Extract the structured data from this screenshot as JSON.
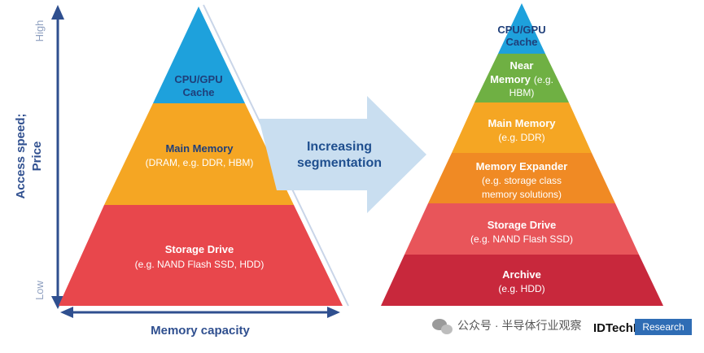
{
  "axes": {
    "y_title_line1": "Access speed;",
    "y_title_line2": "Price",
    "y_high": "High",
    "y_low": "Low",
    "x_title": "Memory capacity"
  },
  "left_pyramid": {
    "tiers": [
      {
        "title": "CPU/GPU",
        "title2": "Cache",
        "sub": "",
        "color": "#1ea1dc"
      },
      {
        "title": "Main Memory",
        "title2": "",
        "sub": "(DRAM, e.g. DDR, HBM)",
        "color": "#f5a623"
      },
      {
        "title": "Storage Drive",
        "title2": "",
        "sub": "(e.g. NAND Flash SSD, HDD)",
        "color": "#e8474c"
      }
    ]
  },
  "arrow": {
    "line1": "Increasing",
    "line2": "segmentation"
  },
  "right_pyramid": {
    "tiers": [
      {
        "title": "CPU/GPU",
        "title2": "Cache",
        "sub": "",
        "sub2": "",
        "color": "#1ea1dc"
      },
      {
        "title": "Near",
        "title2": "Memory",
        "sub_inline": "(e.g.",
        "sub": "HBM)",
        "sub2": "",
        "color": "#6fb043"
      },
      {
        "title": "Main Memory",
        "title2": "",
        "sub": "(e.g. DDR)",
        "sub2": "",
        "color": "#f5a623"
      },
      {
        "title": "Memory Expander",
        "title2": "",
        "sub": "(e.g. storage class",
        "sub2": "memory solutions)",
        "color": "#f08a24"
      },
      {
        "title": "Storage Drive",
        "title2": "",
        "sub": "(e.g. NAND Flash SSD)",
        "sub2": "",
        "color": "#e8555a"
      },
      {
        "title": "Archive",
        "title2": "",
        "sub": "(e.g. HDD)",
        "sub2": "",
        "color": "#c8283c"
      }
    ]
  },
  "watermark": {
    "text": "公众号 · 半导体行业观察"
  },
  "logo": {
    "brand": "IDTechEx",
    "tag": "Research"
  },
  "colors": {
    "axis": "#2f4f8f",
    "arrow": "#c9def0",
    "logo_box": "#2f6db5"
  }
}
